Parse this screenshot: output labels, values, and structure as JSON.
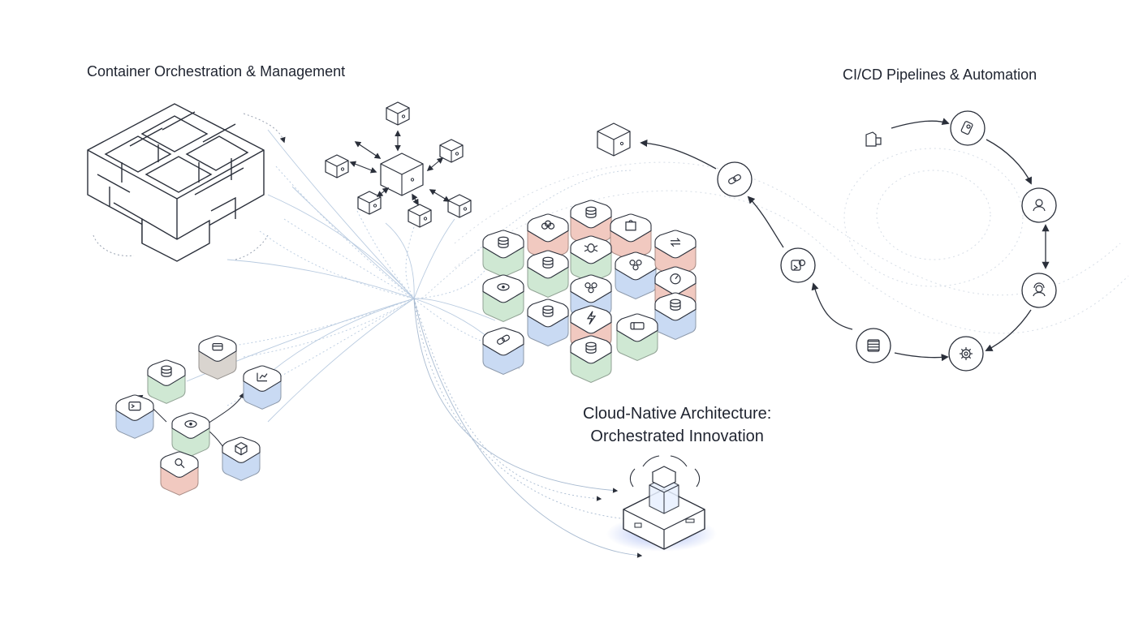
{
  "labels": {
    "orchestration": "Container Orchestration & Management",
    "cicd": "CI/CD Pipelines & Automation",
    "main_line1": "Cloud-Native Architecture:",
    "main_line2": "Orchestrated Innovation"
  },
  "colors": {
    "ink": "#2a2f3a",
    "green": "#cfe8d3",
    "red": "#f1c9c0",
    "blue": "#c9daf3",
    "gray": "#d9d4cf",
    "white": "#ffffff",
    "flow": "#b9cbe0",
    "glow": "#8fa6ee"
  },
  "clusters": {
    "main_grid": [
      {
        "color": "red",
        "icon": "cluster-icon"
      },
      {
        "color": "red",
        "icon": "database-icon"
      },
      {
        "color": "red",
        "icon": "puzzle-icon"
      },
      {
        "color": "green",
        "icon": "database-icon"
      },
      {
        "color": "green",
        "icon": "database-icon"
      },
      {
        "color": "green",
        "icon": "bug-icon"
      },
      {
        "color": "blue",
        "icon": "nodes-icon"
      },
      {
        "color": "red",
        "icon": "swap-icon"
      },
      {
        "color": "green",
        "icon": "eye-icon"
      },
      {
        "color": "blue",
        "icon": "nodes-icon"
      },
      {
        "color": "red",
        "icon": "dial-icon"
      },
      {
        "color": "blue",
        "icon": "database-icon"
      },
      {
        "color": "red",
        "icon": "bolt-icon"
      },
      {
        "color": "blue",
        "icon": "database-icon"
      },
      {
        "color": "green",
        "icon": "server-icon"
      },
      {
        "color": "blue",
        "icon": "link-icon"
      },
      {
        "color": "green",
        "icon": "database-icon"
      }
    ],
    "small_cluster": [
      {
        "color": "gray",
        "icon": "box-icon"
      },
      {
        "color": "green",
        "icon": "database-icon"
      },
      {
        "color": "blue",
        "icon": "chart-icon"
      },
      {
        "color": "blue",
        "icon": "terminal-icon"
      },
      {
        "color": "green",
        "icon": "eye-icon"
      },
      {
        "color": "blue",
        "icon": "cube-icon"
      },
      {
        "color": "red",
        "icon": "search-icon"
      }
    ]
  },
  "pipeline_steps": [
    {
      "icon": "package-icon"
    },
    {
      "icon": "code-icon"
    },
    {
      "icon": "user-icon"
    },
    {
      "icon": "support-icon"
    },
    {
      "icon": "gear-icon"
    },
    {
      "icon": "list-icon"
    },
    {
      "icon": "deploy-icon"
    },
    {
      "icon": "link-icon"
    },
    {
      "icon": "cube-icon"
    }
  ]
}
